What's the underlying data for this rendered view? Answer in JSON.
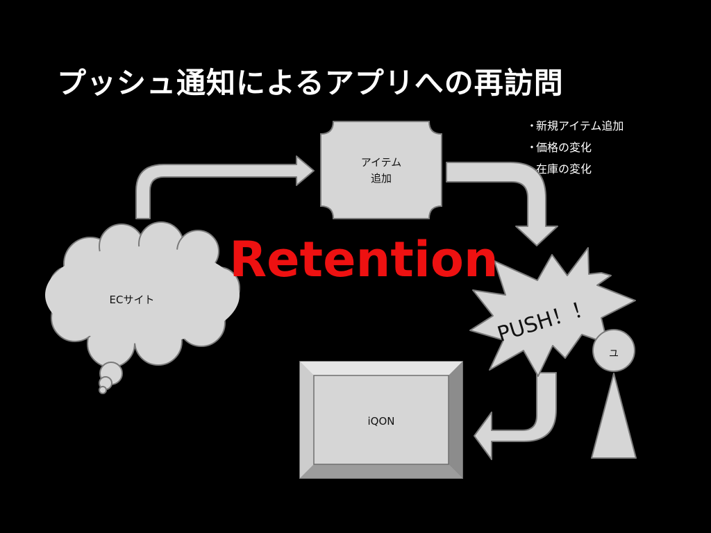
{
  "slide": {
    "title": "プッシュ通知によるアプリへの再訪問",
    "notes": [
      {
        "bullet": "・",
        "text": "新規アイテム追加"
      },
      {
        "bullet": "・",
        "text": "価格の変化"
      },
      {
        "bullet": "",
        "text": "在庫の変化"
      }
    ]
  },
  "diagram": {
    "nodes": {
      "ec_site": {
        "label": "ECサイト"
      },
      "item_added": {
        "lines": [
          "アイテム",
          "追加"
        ]
      },
      "push": {
        "label": "PUSH！！"
      },
      "user": {
        "label": "ユ"
      },
      "app": {
        "label": "iQON"
      }
    },
    "overlay_label": "Retention",
    "colors": {
      "background": "#000000",
      "shape_fill": "#d6d6d6",
      "shape_stroke": "#7a7a7a",
      "text": "#111111",
      "accent": "#ee1111"
    }
  }
}
